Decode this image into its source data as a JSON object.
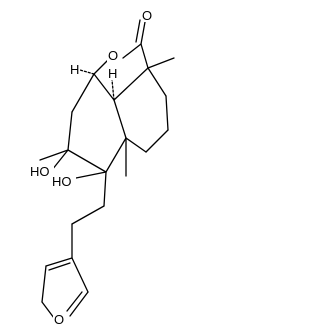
{
  "diagram": {
    "type": "chemical-structure",
    "atoms": {
      "carbonyl_O": "O",
      "ring_O": "O",
      "furan_O": "O",
      "hydroxyl_1": "HO",
      "hydroxyl_2": "HO",
      "stereo_H_left": "H",
      "stereo_H_right": "H"
    },
    "colors": {
      "ink": "#000000",
      "background": "#ffffff"
    }
  }
}
